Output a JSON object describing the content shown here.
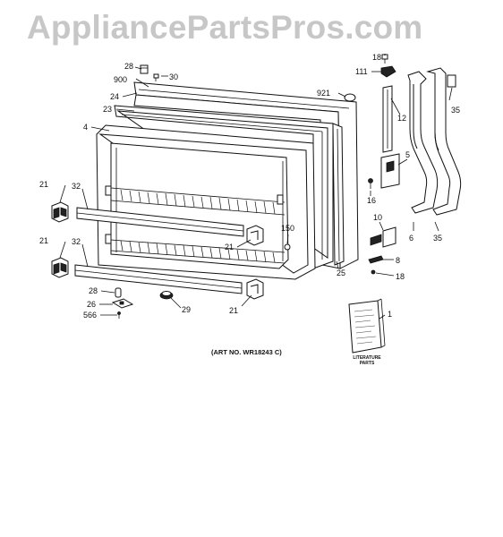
{
  "watermark": "AppliancePartsPros.com",
  "caption": "(ART NO. WR18243 C)",
  "literature_label_line1": "LITERATURE",
  "literature_label_line2": "PARTS",
  "callouts": {
    "c28a": "28",
    "c30": "30",
    "c900": "900",
    "c24": "24",
    "c23": "23",
    "c4": "4",
    "c921": "921",
    "c18a": "18",
    "c111": "111",
    "c12": "12",
    "c35a": "35",
    "c5": "5",
    "c16": "16",
    "c10": "10",
    "c6": "6",
    "c35b": "35",
    "c8": "8",
    "c18b": "18",
    "c25": "25",
    "c150": "150",
    "c21a": "21",
    "c32a": "32",
    "c21b": "21",
    "c32b": "32",
    "c21c": "21",
    "c28b": "28",
    "c26": "26",
    "c566": "566",
    "c29": "29",
    "c21d": "21",
    "c1": "1"
  }
}
